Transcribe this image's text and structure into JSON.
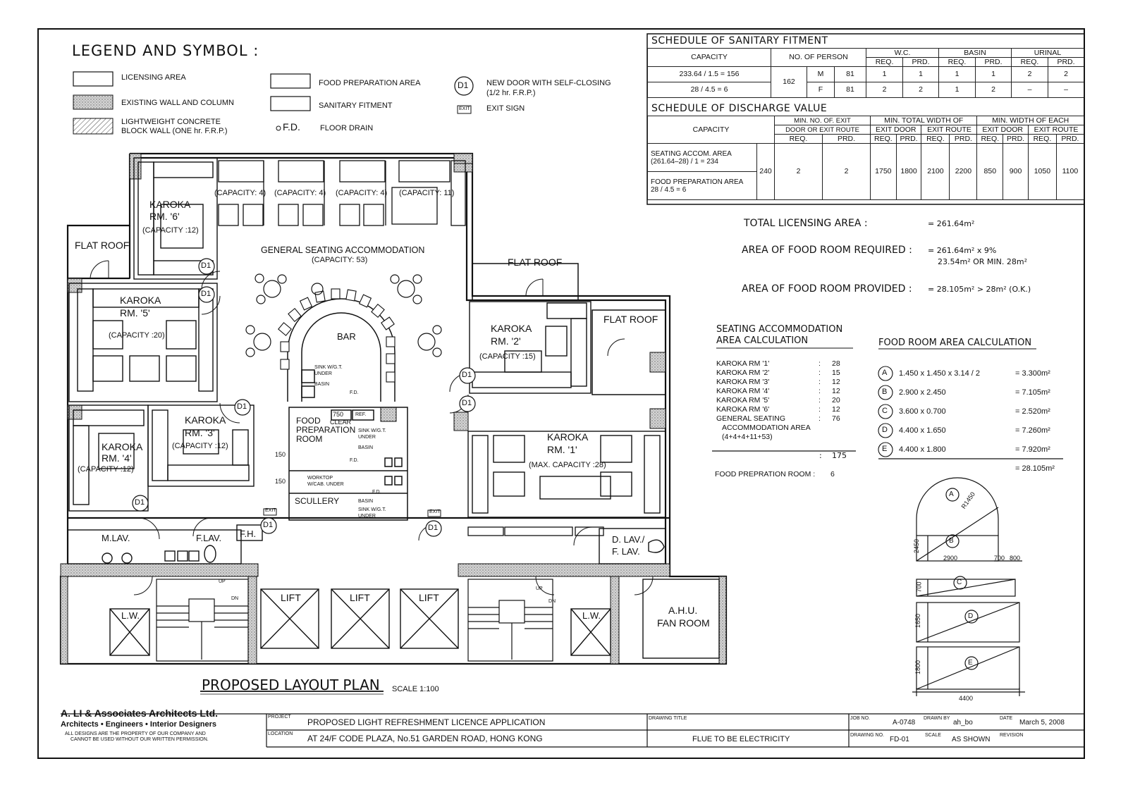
{
  "legend": {
    "title": "LEGEND AND SYMBOL :",
    "licensing_area": "LICENSING AREA",
    "existing_wall": "EXISTING WALL AND COLUMN",
    "lightweight_wall_1": "LIGHTWEIGHT CONCRETE",
    "lightweight_wall_2": "BLOCK WALL (ONE hr. F.R.P.)",
    "food_prep_area": "FOOD PREPARATION AREA",
    "sanitary_fitment": "SANITARY FITMENT",
    "floor_drain_symbol": "F.D.",
    "floor_drain": "FLOOR DRAIN",
    "door_symbol": "D1",
    "new_door_1": "NEW DOOR WITH SELF-CLOSING",
    "new_door_2": "(1/2 hr. F.R.P.)",
    "exit_symbol": "EXIT",
    "exit_sign": "EXIT SIGN"
  },
  "sanitary_schedule": {
    "title": "SCHEDULE OF SANITARY FITMENT",
    "h_capacity": "CAPACITY",
    "h_persons": "NO. OF PERSON",
    "h_wc": "W.C.",
    "h_basin": "BASIN",
    "h_urinal": "URINAL",
    "req": "REQ.",
    "prd": "PRD.",
    "cap1": "233.64 / 1.5 = 156",
    "cap2": "28 / 4.5 = 6",
    "total_persons": "162",
    "m": "M",
    "f": "F",
    "m_count": "81",
    "f_count": "81",
    "row_m": [
      "1",
      "1",
      "1",
      "1",
      "2",
      "2"
    ],
    "row_f": [
      "2",
      "2",
      "1",
      "2",
      "–",
      "–"
    ]
  },
  "discharge_schedule": {
    "title": "SCHEDULE OF DISCHARGE VALUE",
    "h_capacity": "CAPACITY",
    "h_min_exit_1": "MIN. NO. OF. EXIT",
    "h_min_exit_2": "DOOR OR EXIT ROUTE",
    "h_total_width": "MIN. TOTAL WIDTH OF",
    "h_each_width": "MIN. WIDTH OF EACH",
    "h_exit_door": "EXIT DOOR",
    "h_exit_route": "EXIT ROUTE",
    "req": "REQ.",
    "prd": "PRD.",
    "seat_1": "SEATING ACCOM. AREA",
    "seat_2": "(261.64–28) / 1 = 234",
    "food_1": "FOOD PREPARATION AREA",
    "food_2": "28 / 4.5 = 6",
    "total": "240",
    "values": [
      "2",
      "2",
      "1750",
      "1800",
      "2100",
      "2200",
      "850",
      "900",
      "1050",
      "1100"
    ]
  },
  "licensing": {
    "total_label": "TOTAL LICENSING AREA :",
    "total_value": "= 261.64m²",
    "food_req_label": "AREA OF FOOD ROOM REQUIRED :",
    "food_req_value": "= 261.64m² x 9%",
    "food_req_value2": "23.54m² OR MIN. 28m²",
    "food_prov_label": "AREA OF FOOD ROOM PROVIDED :",
    "food_prov_value": "= 28.105m² > 28m² (O.K.)"
  },
  "seating_calc": {
    "title_1": "SEATING ACCOMMODATION",
    "title_2": "AREA CALCULATION",
    "rows": [
      {
        "label": "KAROKA RM '1'",
        "value": "28"
      },
      {
        "label": "KAROKA RM '2'",
        "value": "15"
      },
      {
        "label": "KAROKA RM '3'",
        "value": "12"
      },
      {
        "label": "KAROKA RM '4'",
        "value": "12"
      },
      {
        "label": "KAROKA RM '5'",
        "value": "20"
      },
      {
        "label": "KAROKA RM '6'",
        "value": "12"
      },
      {
        "label": "GENERAL SEATING",
        "value": "76"
      }
    ],
    "general_2": "ACCOMMODATION AREA",
    "general_3": "(4+4+4+11+53)",
    "total": "175",
    "food_label": "FOOD PREPRATION ROOM :",
    "food_value": "6"
  },
  "food_calc": {
    "title": "FOOD ROOM AREA CALCULATION",
    "rows": [
      {
        "key": "A",
        "formula": "1.450 x 1.450 x 3.14 / 2",
        "result": "= 3.300m²"
      },
      {
        "key": "B",
        "formula": "2.900 x 2.450",
        "result": "= 7.105m²"
      },
      {
        "key": "C",
        "formula": "3.600 x 0.700",
        "result": "= 2.520m²"
      },
      {
        "key": "D",
        "formula": "4.400 x 1.650",
        "result": "= 7.260m²"
      },
      {
        "key": "E",
        "formula": "4.400 x 1.800",
        "result": "= 7.920m²"
      }
    ],
    "total": "= 28.105m²",
    "dims": {
      "r": "R1450",
      "h_b": "2450",
      "w_b": "2900",
      "w_c1": "700",
      "w_c2": "800",
      "h_c": "700",
      "h_d": "1650",
      "h_e": "1800",
      "w_total": "4400"
    }
  },
  "rooms": {
    "karoka6": [
      "KAROKA",
      "RM. '6'",
      "(CAPACITY :12)"
    ],
    "karoka5": [
      "KAROKA",
      "RM. '5'",
      "(CAPACITY :20)"
    ],
    "karoka4": [
      "KAROKA",
      "RM. '4'",
      "(CAPACITY :12)"
    ],
    "karoka3": [
      "KAROKA",
      "RM. '3'",
      "(CAPACITY :12)"
    ],
    "karoka2": [
      "KAROKA",
      "RM. '2'",
      "(CAPACITY :15)"
    ],
    "karoka1": [
      "KAROKA",
      "RM. '1'",
      "(MAX. CAPACITY :28)"
    ],
    "booth_caps": [
      "(CAPACITY: 4)",
      "(CAPACITY: 4)",
      "(CAPACITY: 4)",
      "(CAPACITY: 11)"
    ],
    "general": [
      "GENERAL SEATING ACCOMMODATION",
      "(CAPACITY: 53)"
    ],
    "bar": "BAR",
    "flat_roof": "FLAT ROOF",
    "food_prep": [
      "FOOD",
      "PREPARATION",
      "ROOM"
    ],
    "scullery": "SCULLERY",
    "mlav": "M.LAV.",
    "flav": "F.LAV.",
    "fh": "F.H.",
    "dlav": [
      "D. LAV./",
      "F. LAV."
    ],
    "lift": "LIFT",
    "lw": "L.W.",
    "ahu": [
      "A.H.U.",
      "FAN ROOM"
    ],
    "up": "UP",
    "dn": "DN",
    "sink": [
      "SINK W/G.T.",
      "UNDER"
    ],
    "basin": "BASIN",
    "fd": "F.D.",
    "clear": [
      "750",
      "CLEAR"
    ],
    "ref": "REF.",
    "worktop": [
      "WORKTOP",
      "W/CAB. UNDER"
    ],
    "dim150": "150",
    "d1": "D1",
    "exit": "EXIT"
  },
  "plan_title": {
    "title": "PROPOSED LAYOUT PLAN",
    "scale": "SCALE 1:100"
  },
  "title_block": {
    "company": "A. LI & Associates Architects Ltd.",
    "subtitle": "Architects • Engineers • Interior Designers",
    "disclaimer_1": "ALL DESIGNS ARE THE PROPERTY OF OUR COMPANY AND",
    "disclaimer_2": "CANNOT BE USED WITHOUT OUR WRITTEN PERMISSION.",
    "project_label": "PROJECT",
    "project": "PROPOSED LIGHT REFRESHMENT LICENCE APPLICATION",
    "location_label": "LOCATION",
    "location": "AT 24/F CODE PLAZA, No.51 GARDEN ROAD, HONG KONG",
    "drawing_title_label": "DRAWING TITLE",
    "note": "FLUE TO BE ELECTRICITY",
    "job_label": "JOB NO.",
    "job": "A-0748",
    "drawn_label": "DRAWN BY",
    "drawn": "ah_bo",
    "date_label": "DATE",
    "date": "March 5, 2008",
    "drawing_no_label": "DRAWING NO.",
    "drawing_no": "FD-01",
    "scale_label": "SCALE",
    "scale": "AS SHOWN",
    "revision_label": "REVISION"
  }
}
